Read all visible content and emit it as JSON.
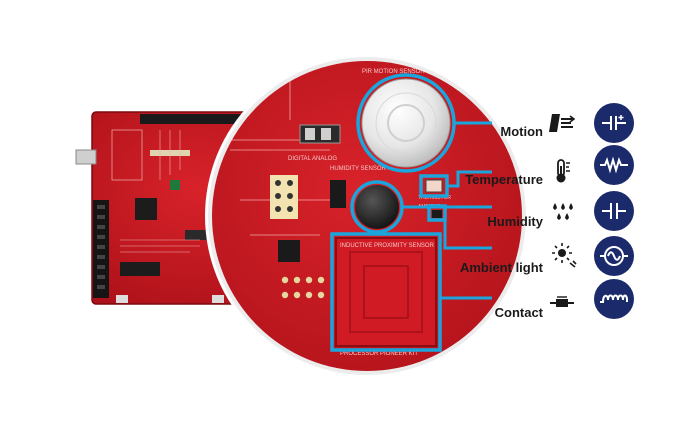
{
  "sensors": [
    {
      "label": "Motion",
      "icon": "motion-icon",
      "component": "pir-capacitor-icon"
    },
    {
      "label": "Temperature",
      "icon": "thermometer-icon",
      "component": "thermistor-icon"
    },
    {
      "label": "Humidity",
      "icon": "droplets-icon",
      "component": "capacitor-icon"
    },
    {
      "label": "Ambient light",
      "icon": "sun-icon",
      "component": "photodiode-icon"
    },
    {
      "label": "Contact",
      "icon": "switch-icon",
      "component": "inductor-icon"
    }
  ],
  "board_silkscreen": {
    "pir": "PIR MOTION SENSOR",
    "humidity": "HUMIDITY SENSOR",
    "ambient": "AMBIENT",
    "thermistor": "THERMISTOR",
    "proximity": "INDUCTIVE PROXIMITY SENSOR",
    "kit": "PROCESSOR PIONEER KIT",
    "digital_analog": "DIGITAL ANALOG"
  },
  "colors": {
    "board_red": "#c8161e",
    "highlight_cyan": "#1aa6dc",
    "badge_navy": "#1b2a6b"
  }
}
